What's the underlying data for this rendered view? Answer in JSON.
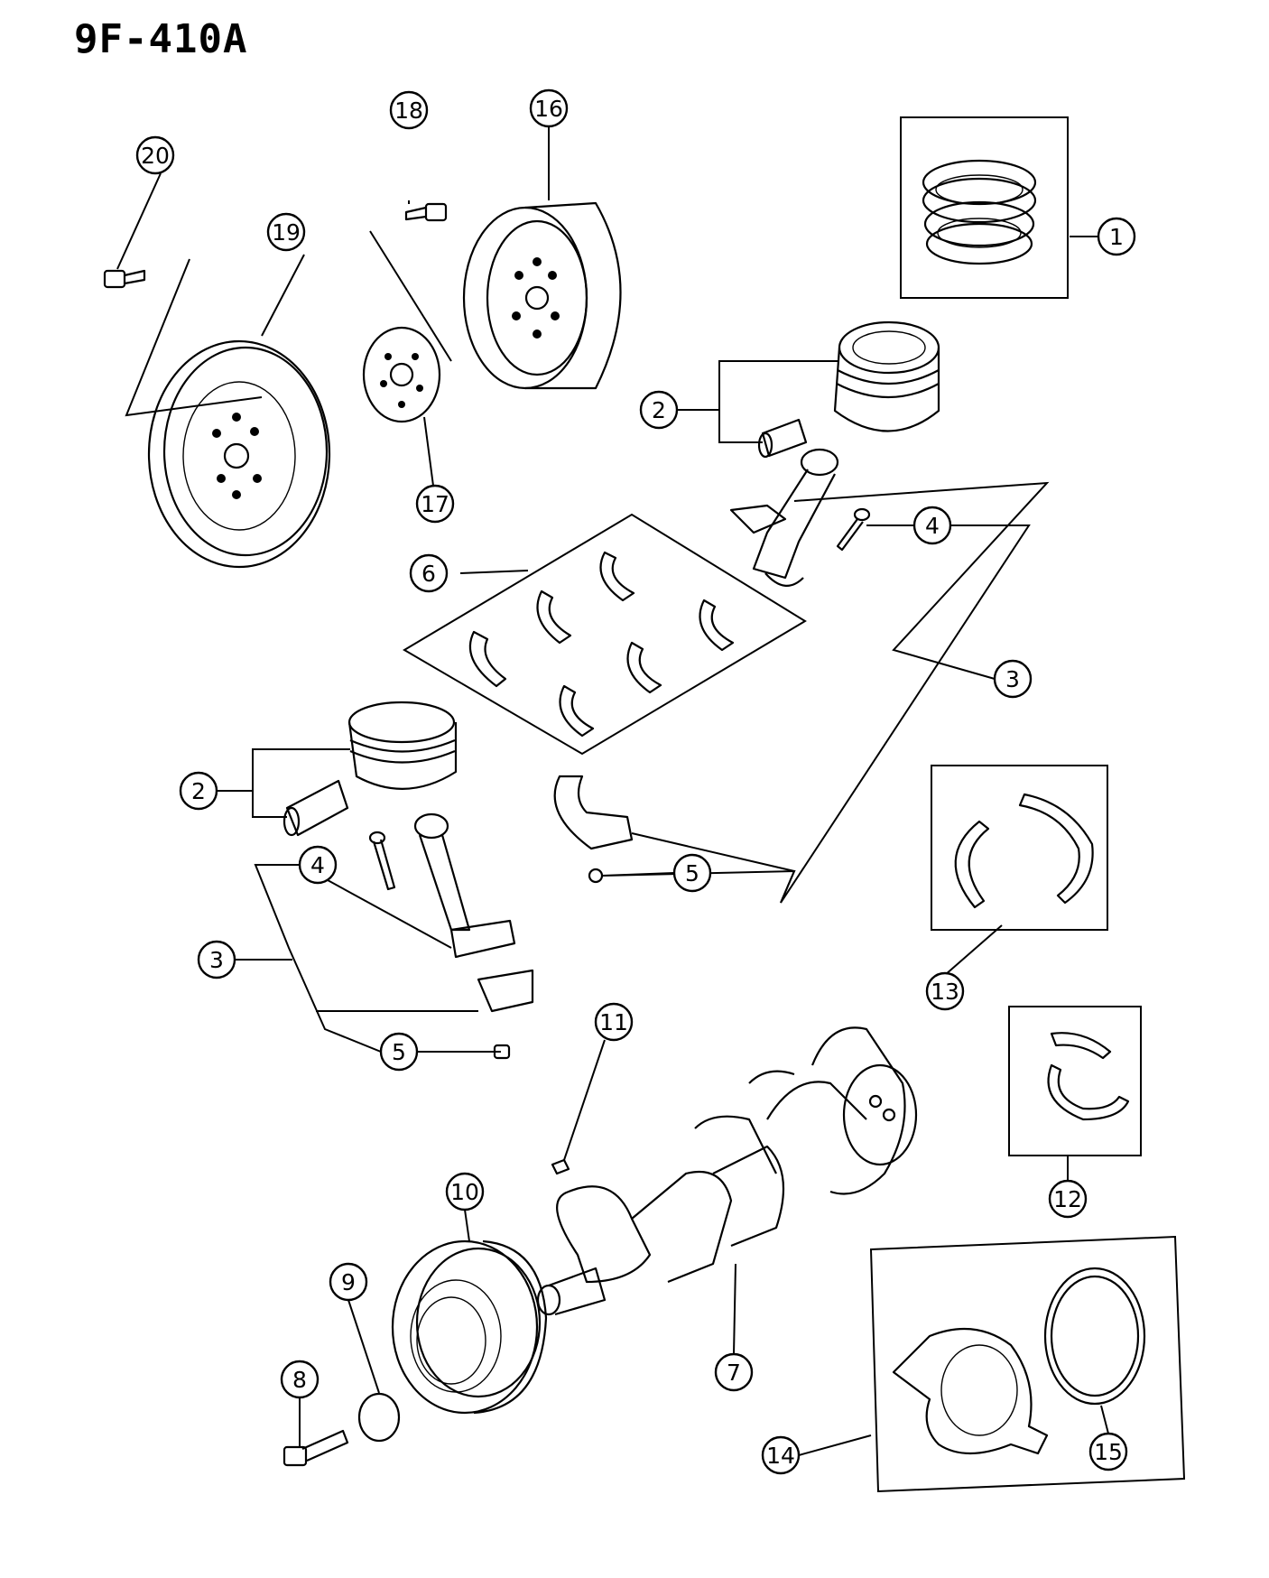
{
  "title": "9F-410A",
  "callouts": [
    {
      "id": "1",
      "label": "1"
    },
    {
      "id": "2a",
      "label": "2"
    },
    {
      "id": "2b",
      "label": "2"
    },
    {
      "id": "3a",
      "label": "3"
    },
    {
      "id": "3b",
      "label": "3"
    },
    {
      "id": "4a",
      "label": "4"
    },
    {
      "id": "4b",
      "label": "4"
    },
    {
      "id": "5a",
      "label": "5"
    },
    {
      "id": "5b",
      "label": "5"
    },
    {
      "id": "6",
      "label": "6"
    },
    {
      "id": "7",
      "label": "7"
    },
    {
      "id": "8",
      "label": "8"
    },
    {
      "id": "9",
      "label": "9"
    },
    {
      "id": "10",
      "label": "10"
    },
    {
      "id": "11",
      "label": "11"
    },
    {
      "id": "12",
      "label": "12"
    },
    {
      "id": "13",
      "label": "13"
    },
    {
      "id": "14",
      "label": "14"
    },
    {
      "id": "15",
      "label": "15"
    },
    {
      "id": "16",
      "label": "16"
    },
    {
      "id": "17",
      "label": "17"
    },
    {
      "id": "18",
      "label": "18"
    },
    {
      "id": "19",
      "label": "19"
    },
    {
      "id": "20",
      "label": "20"
    }
  ]
}
